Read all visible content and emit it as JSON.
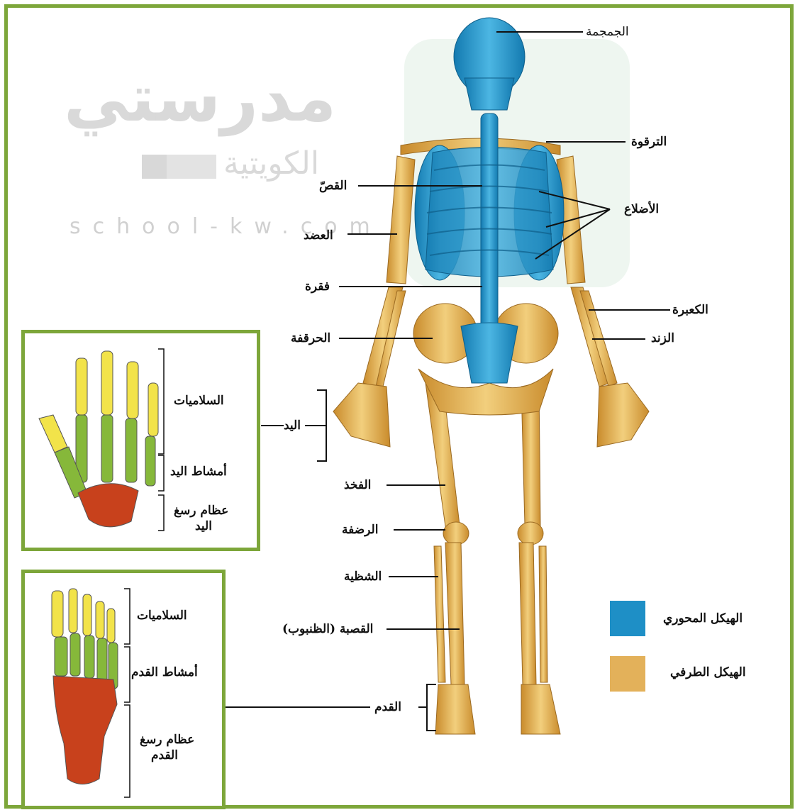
{
  "watermark": {
    "title": "مدرستي",
    "subtitle": "الكويتية",
    "url": "school-kw.com"
  },
  "labels": {
    "skull": "الجمجمة",
    "clavicle": "الترقوة",
    "sternum": "القصّ",
    "ribs": "الأضلاع",
    "humerus": "العضد",
    "vertebra": "فقرة",
    "radius": "الكعبرة",
    "ulna": "الزند",
    "pelvis": "الحرقفة",
    "hand": "اليد",
    "femur": "الفخذ",
    "patella": "الرضفة",
    "fibula": "الشظية",
    "tibia": "القصبة (الظنبوب)",
    "foot": "القدم"
  },
  "hand_inset": {
    "phalanges": "السلاميات",
    "metacarpals": "أمشاط اليد",
    "carpals_line1": "عظام رسغ",
    "carpals_line2": "اليد"
  },
  "foot_inset": {
    "phalanges": "السلاميات",
    "metatarsals": "أمشاط القدم",
    "tarsals_line1": "عظام رسغ",
    "tarsals_line2": "القدم"
  },
  "legend": [
    {
      "label": "الهيكل المحوري",
      "color": "#1e8fc6"
    },
    {
      "label": "الهيكل الطرفي",
      "color": "#e3b15a"
    }
  ],
  "colors": {
    "frame": "#7da63a",
    "axial": "#1e8fc6",
    "appendicular": "#e3b15a",
    "phalanges": "#f2e34a",
    "metacarpals": "#86b83a",
    "carpals": "#c8411c"
  }
}
